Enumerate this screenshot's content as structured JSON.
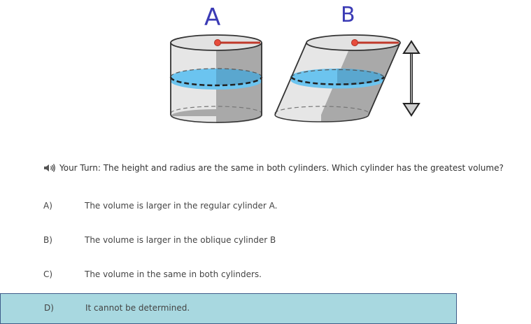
{
  "figure": {
    "label_a": "A",
    "label_b": "B"
  },
  "question": {
    "audio_icon": "speaker-icon",
    "text": "Your Turn: The height and radius are the same in both cylinders. Which cylinder has the greatest volume?"
  },
  "options": [
    {
      "letter": "A)",
      "text": "The volume is larger in the regular cylinder A."
    },
    {
      "letter": "B)",
      "text": "The volume is larger in the oblique cylinder B"
    },
    {
      "letter": "C)",
      "text": "The volume in the same in both cylinders."
    },
    {
      "letter": "D)",
      "text": "It cannot be determined."
    }
  ],
  "selected_option": "D)",
  "colors": {
    "selected_bg": "#a8d8e0",
    "selected_border": "#3f5d8a",
    "water": "#6cc4ef",
    "cylinder_light": "#e6e6e6",
    "cylinder_dark": "#a9a9a9",
    "label_ink": "#3b3bb5",
    "radius": "#c0392b"
  }
}
